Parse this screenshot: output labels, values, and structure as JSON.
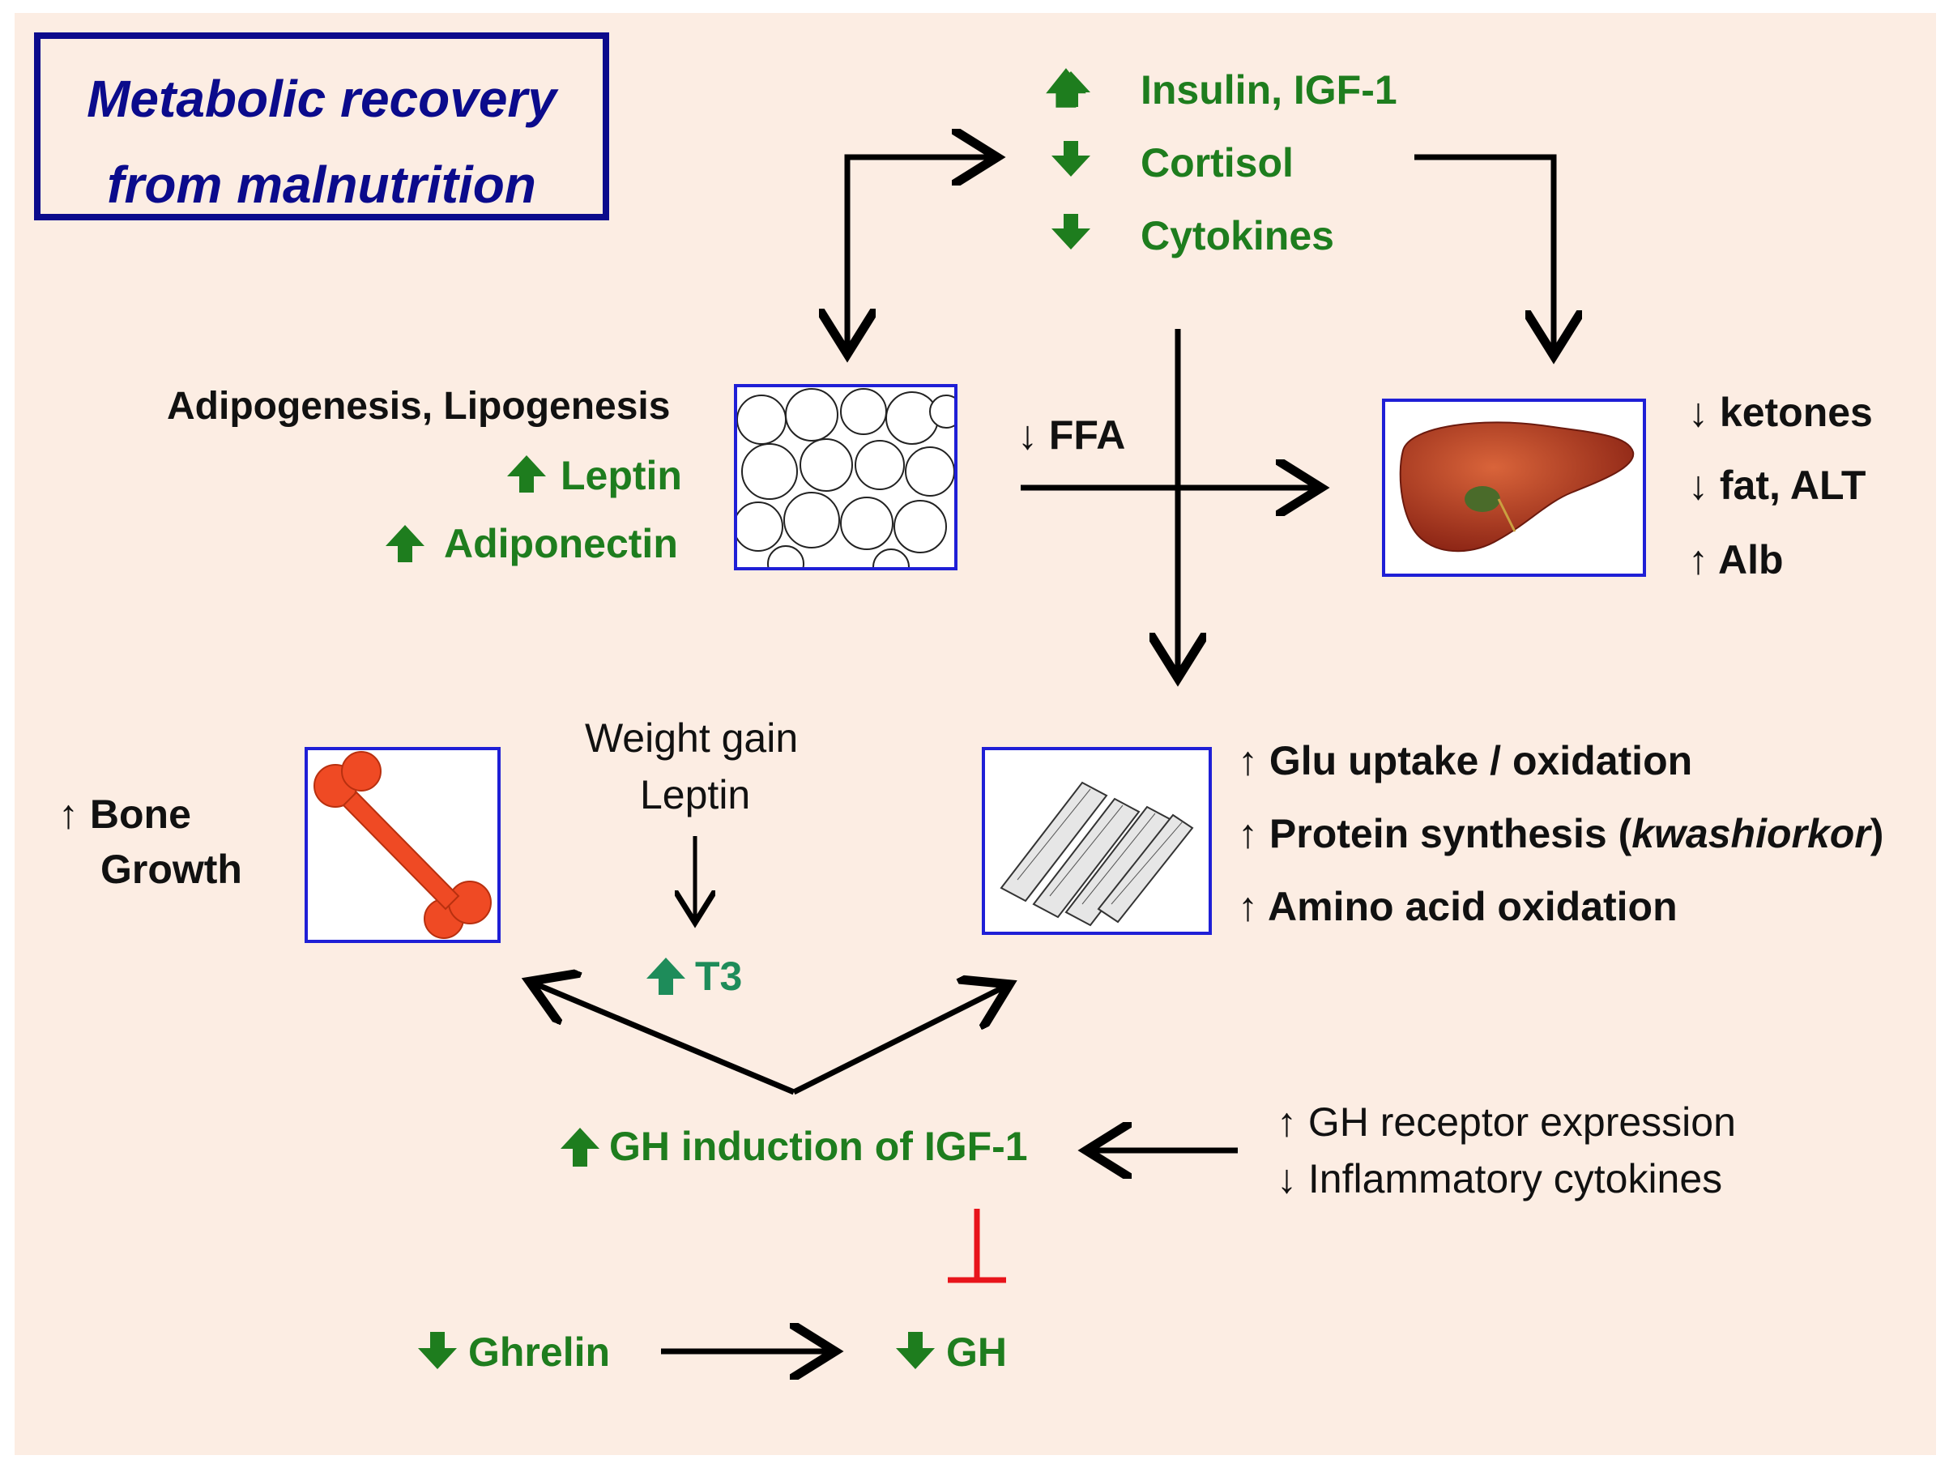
{
  "title": {
    "line1": "Metabolic recovery",
    "line2": "from malnutrition"
  },
  "top_hormones": [
    {
      "dir": "up",
      "label": "Insulin, IGF-1"
    },
    {
      "dir": "down",
      "label": "Cortisol"
    },
    {
      "dir": "down",
      "label": "Cytokines"
    }
  ],
  "adipose": {
    "heading": "Adipogenesis, Lipogenesis",
    "items": [
      {
        "dir": "up",
        "label": "Leptin"
      },
      {
        "dir": "up",
        "label": "Adiponectin"
      }
    ]
  },
  "ffa_label": "↓ FFA",
  "liver_effects": [
    "↓ ketones",
    "↓ fat, ALT",
    "↑ Alb"
  ],
  "bone": {
    "line1": "↑ Bone",
    "line2": "Growth"
  },
  "weight_gain": {
    "line1": "Weight gain",
    "line2": "Leptin"
  },
  "t3": {
    "dir": "up",
    "label": "T3"
  },
  "muscle_effects": {
    "line1": "↑ Glu uptake / oxidation",
    "line2_prefix": "↑ Protein synthesis (",
    "line2_italic": "kwashiorkor",
    "line2_suffix": ")",
    "line3": "↑ Amino acid oxidation"
  },
  "gh_induction": {
    "dir": "up",
    "label": "GH induction of IGF-1"
  },
  "gh_receptor": {
    "line1": "↑ GH receptor expression",
    "line2": "↓ Inflammatory cytokines"
  },
  "ghrelin": {
    "dir": "down",
    "label": "Ghrelin"
  },
  "gh": {
    "dir": "down",
    "label": "GH"
  },
  "colors": {
    "green": "#1e7d1e",
    "title_blue": "#0b0b8c",
    "box_blue": "#1f1fd6",
    "inhibit_red": "#e8141b"
  },
  "icons": [
    "adipose-tissue-icon",
    "liver-icon",
    "bone-icon",
    "muscle-tissue-icon"
  ]
}
